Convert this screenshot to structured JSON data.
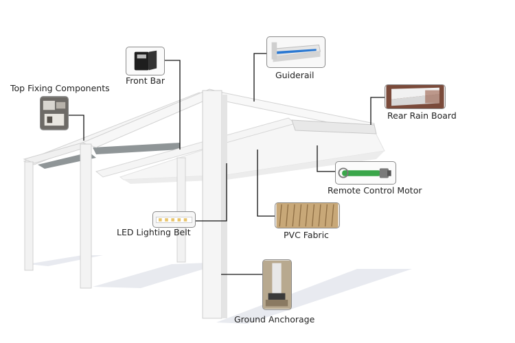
{
  "diagram": {
    "labels": {
      "top_fixing": "Top Fixing Components",
      "front_bar": "Front Bar",
      "guiderail": "Guiderail",
      "rear_rain_board": "Rear Rain Board",
      "remote_motor": "Remote Control Motor",
      "led_belt": "LED Lighting Belt",
      "pvc_fabric": "PVC Fabric",
      "ground_anchorage": "Ground Anchorage"
    },
    "colors": {
      "frame": "#f2f2f2",
      "frame_edge": "#cfcfcf",
      "rail_dark": "#8f9597",
      "leader": "#111111",
      "fabric": "#c8a878",
      "motor": "#3aa64a"
    },
    "icons": {
      "top_fixing": "bracket-photo-icon",
      "front_bar": "profile-bar-icon",
      "guiderail": "rail-photo-icon",
      "rear_rain_board": "rain-board-photo-icon",
      "remote_motor": "tube-motor-icon",
      "led_belt": "led-strip-icon",
      "pvc_fabric": "folded-fabric-icon",
      "ground_anchorage": "ground-anchor-icon"
    }
  }
}
